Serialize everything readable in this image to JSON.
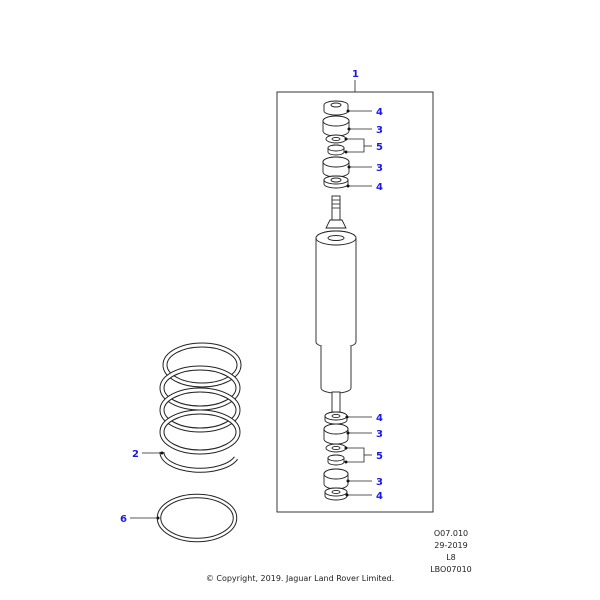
{
  "callouts": {
    "c1": "1",
    "c2": "2",
    "c3a": "3",
    "c3b": "3",
    "c3c": "3",
    "c3d": "3",
    "c4a": "4",
    "c4b": "4",
    "c4c": "4",
    "c4d": "4",
    "c5a": "5",
    "c5b": "5",
    "c6": "6"
  },
  "reference": {
    "line1": "O07.010",
    "line2": "29-2019",
    "line3": "L8",
    "line4": "LBO07010"
  },
  "copyright": "© Copyright, 2019. Jaguar Land Rover Limited.",
  "colors": {
    "callout": "#1a1ae6",
    "line": "#222222"
  }
}
